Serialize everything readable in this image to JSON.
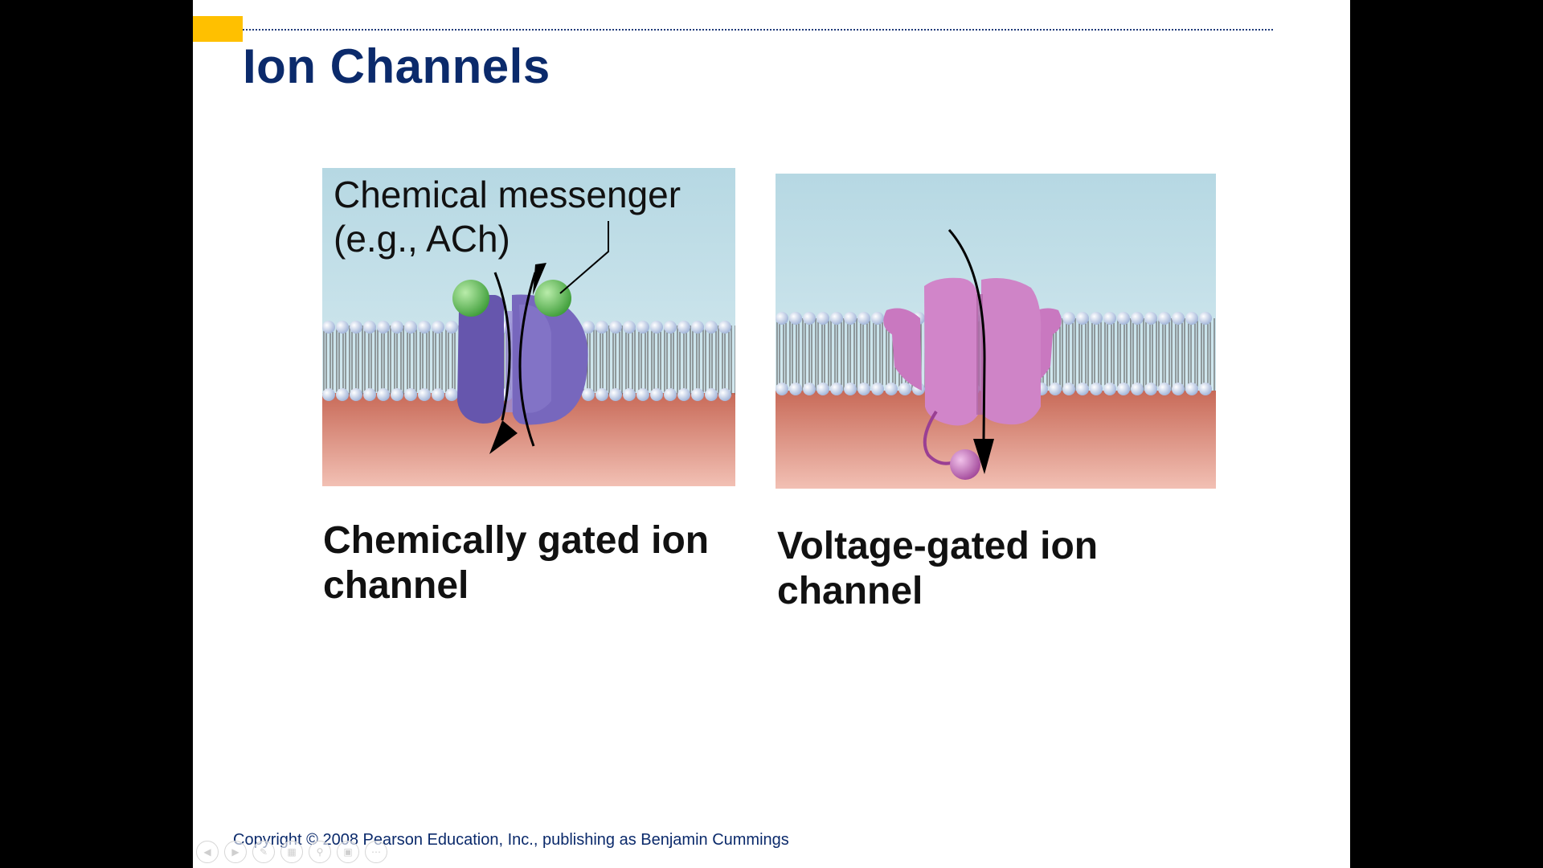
{
  "slide": {
    "title": "Ion Channels",
    "copyright": "Copyright © 2008 Pearson Education, Inc., publishing as Benjamin Cummings"
  },
  "panels": {
    "chemical": {
      "label_line1": "Chemical messenger",
      "label_line2": "(e.g., ACh)",
      "caption_line1": "Chemically gated ion",
      "caption_line2": "channel",
      "protein_color": "#6a5bb0",
      "messenger_color": "#6cc05a"
    },
    "voltage": {
      "caption_line1": "Voltage-gated ion",
      "caption_line2": "channel",
      "protein_color": "#c87fc0"
    }
  },
  "colors": {
    "accent": "#ffc000",
    "title": "#0b2a6b",
    "extracellular": "#b9dbe5",
    "intracellular": "#d9806a"
  },
  "nav_icons": [
    "previous-icon",
    "next-icon",
    "pen-icon",
    "slides-icon",
    "zoom-icon",
    "video-icon",
    "more-icon"
  ]
}
